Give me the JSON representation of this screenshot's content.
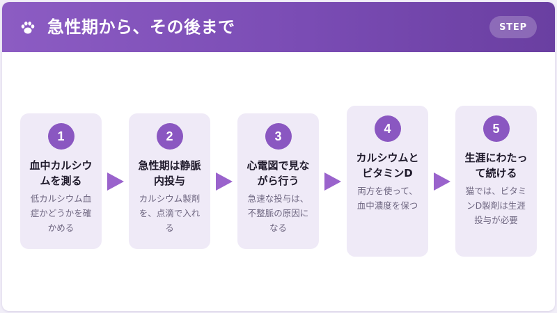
{
  "header": {
    "title": "急性期から、その後まで",
    "badge": "STEP",
    "icon": "paw-icon"
  },
  "colors": {
    "accent": "#8a57c1",
    "header_start": "#8c5cc3",
    "header_end": "#6a3fa1",
    "step_background": "#efeaf7",
    "arrow": "#9a63cc"
  },
  "steps": [
    {
      "number": "1",
      "title": "血中カルシウムを測る",
      "description": "低カルシウム血症かどうかを確かめる"
    },
    {
      "number": "2",
      "title": "急性期は静脈内投与",
      "description": "カルシウム製剤を、点滴で入れる"
    },
    {
      "number": "3",
      "title": "心電図で見ながら行う",
      "description": "急速な投与は、不整脈の原因になる"
    },
    {
      "number": "4",
      "title": "カルシウムとビタミンD",
      "description": "両方を使って、血中濃度を保つ"
    },
    {
      "number": "5",
      "title": "生涯にわたって続ける",
      "description": "猫では、ビタミンD製剤は生涯投与が必要"
    }
  ]
}
